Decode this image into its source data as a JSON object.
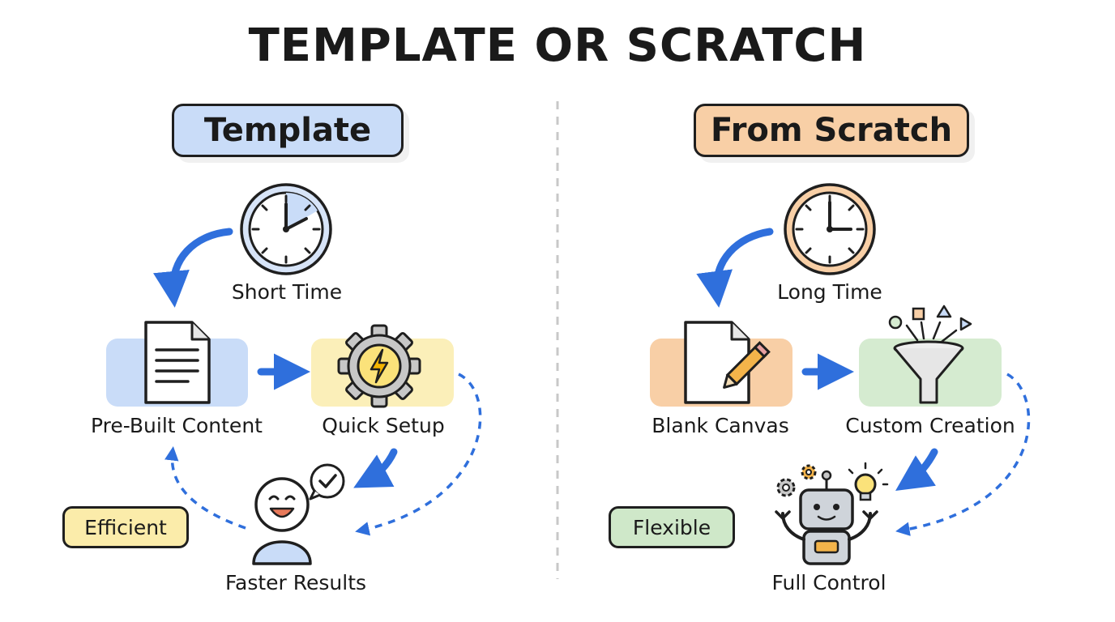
{
  "title": "TEMPLATE OR SCRATCH",
  "template_side": {
    "header": "Template",
    "time_label": "Short Time",
    "step1_label": "Pre-Built Content",
    "step2_label": "Quick Setup",
    "result_label": "Faster Results",
    "tag": "Efficient",
    "icons": [
      "clock-icon",
      "document-icon",
      "lightning-gear-icon",
      "happy-person-icon",
      "check-bubble-icon"
    ],
    "colors": {
      "header": "#c9dcf8",
      "step1": "#c9dcf8",
      "step2": "#fbefb9",
      "tag": "#fbecaa"
    }
  },
  "scratch_side": {
    "header": "From Scratch",
    "time_label": "Long Time",
    "step1_label": "Blank Canvas",
    "step2_label": "Custom Creation",
    "result_label": "Full Control",
    "tag": "Flexible",
    "icons": [
      "clock-icon",
      "pencil-page-icon",
      "funnel-icon",
      "robot-icon",
      "lightbulb-icon",
      "gears-icon"
    ],
    "colors": {
      "header": "#f8cfa6",
      "step1": "#f8cfa6",
      "step2": "#d5ebd0",
      "tag": "#cfe8c9"
    }
  },
  "colors": {
    "arrow": "#2f6fdc",
    "outline": "#1f1f1f"
  }
}
